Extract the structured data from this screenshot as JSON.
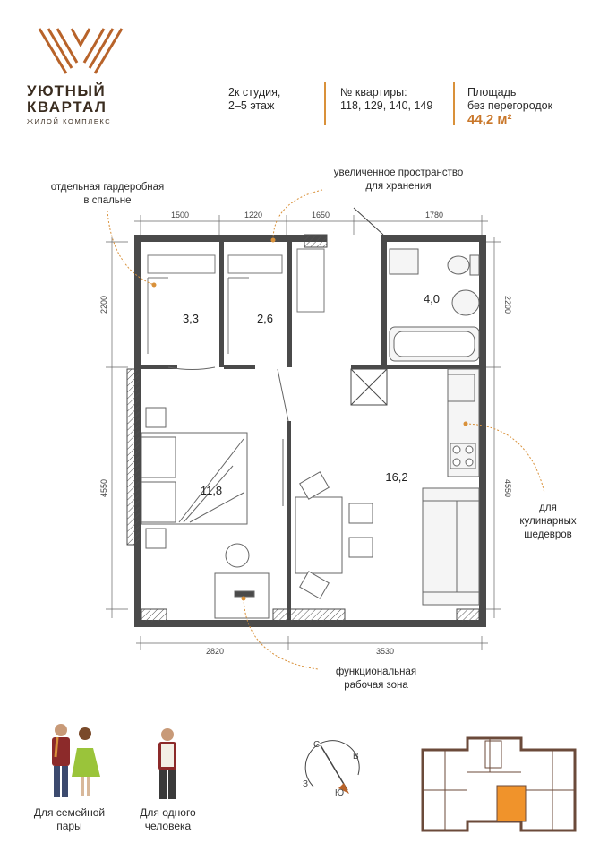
{
  "logo": {
    "name_line1": "УЮТНЫЙ",
    "name_line2": "КВАРТАЛ",
    "subtitle": "ЖИЛОЙ КОМПЛЕКС",
    "brand_color": "#b8632a"
  },
  "header": {
    "type_line1": "2к студия,",
    "type_line2": "2–5 этаж",
    "apt_label": "№ квартиры:",
    "apt_numbers": "118, 129, 140, 149",
    "area_label1": "Площадь",
    "area_label2": "без перегородок",
    "area_value": "44,2 м²"
  },
  "annotations": {
    "wardrobe_line1": "отдельная гардеробная",
    "wardrobe_line2": "в спальне",
    "storage_line1": "увеличенное пространство",
    "storage_line2": "для хранения",
    "kitchen_line1": "для",
    "kitchen_line2": "кулинарных",
    "kitchen_line3": "шедевров",
    "work_line1": "функциональная",
    "work_line2": "рабочая зона"
  },
  "dimensions": {
    "top_1": "1500",
    "top_2": "1220",
    "top_3": "1650",
    "top_4": "1780",
    "bottom_1": "2820",
    "bottom_2": "3530",
    "left_1": "2200",
    "left_2": "4550",
    "right_1": "2200",
    "right_2": "4550"
  },
  "rooms": {
    "wardrobe1": "3,3",
    "wardrobe2": "2,6",
    "bathroom": "4,0",
    "bedroom": "11,8",
    "living": "16,2"
  },
  "audience": {
    "couple_line1": "Для семейной",
    "couple_line2": "пары",
    "single_line1": "Для одного",
    "single_line2": "человека"
  },
  "compass": {
    "north": "С",
    "east": "В",
    "south": "Ю",
    "west": "З"
  },
  "colors": {
    "accent": "#d9913a",
    "wall": "#4a4a4a",
    "highlight": "#f0932b"
  }
}
